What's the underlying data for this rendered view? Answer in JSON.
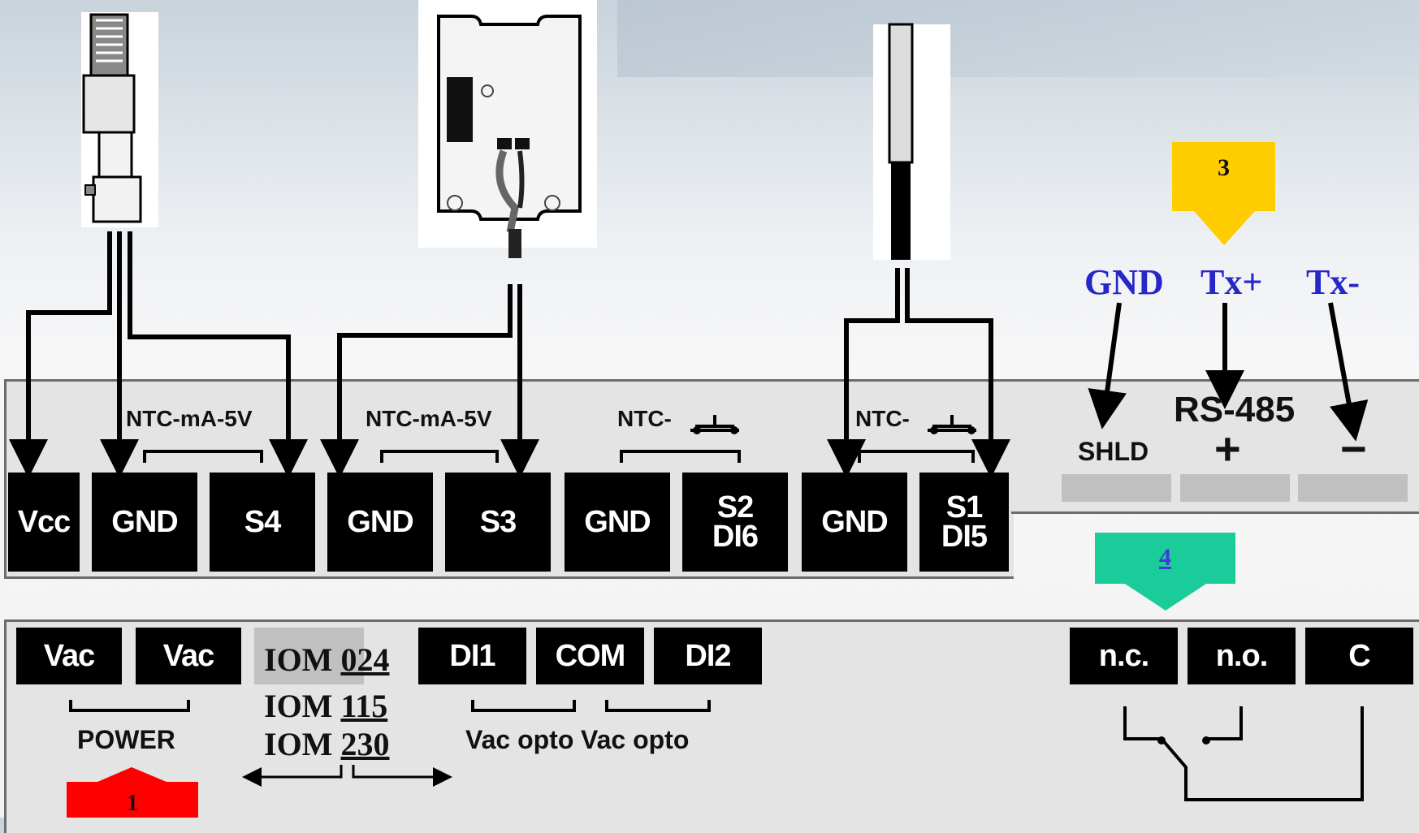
{
  "top_strip": {
    "terminals": [
      {
        "id": "vcc",
        "label": "Vcc"
      },
      {
        "id": "gnd4",
        "label": "GND"
      },
      {
        "id": "s4",
        "label": "S4"
      },
      {
        "id": "gnd3",
        "label": "GND"
      },
      {
        "id": "s3",
        "label": "S3"
      },
      {
        "id": "gnd2",
        "label": "GND"
      },
      {
        "id": "s2",
        "label": "S2\nDI6"
      },
      {
        "id": "gnd1",
        "label": "GND"
      },
      {
        "id": "s1",
        "label": "S1\nDI5"
      }
    ],
    "group_labels": [
      "NTC-mA-5V",
      "NTC-mA-5V",
      "NTC-",
      "NTC-"
    ]
  },
  "rs485": {
    "title": "RS-485",
    "shld": "SHLD",
    "plus": "+",
    "minus": "−",
    "wires": {
      "gnd": "GND",
      "txp": "Tx+",
      "txm": "Tx-"
    }
  },
  "bottom_strip": {
    "terminals": [
      {
        "id": "vac1",
        "label": "Vac"
      },
      {
        "id": "vac2",
        "label": "Vac"
      },
      {
        "id": "di1",
        "label": "DI1"
      },
      {
        "id": "com",
        "label": "COM"
      },
      {
        "id": "di2",
        "label": "DI2"
      },
      {
        "id": "nc",
        "label": "n.c."
      },
      {
        "id": "no",
        "label": "n.o."
      },
      {
        "id": "c",
        "label": "C"
      }
    ],
    "power_label": "POWER",
    "opto_labels": [
      "Vac opto",
      "Vac opto"
    ],
    "iom": [
      {
        "prefix": "IOM ",
        "code": "024"
      },
      {
        "prefix": "IOM ",
        "code": "115"
      },
      {
        "prefix": "IOM ",
        "code": "230"
      }
    ]
  },
  "markers": [
    {
      "id": "m1",
      "label": "1",
      "color": "#ff0000"
    },
    {
      "id": "m3",
      "label": "3",
      "color": "#ffcc00"
    },
    {
      "id": "m4",
      "label": "4",
      "color": "#19cc99"
    }
  ]
}
